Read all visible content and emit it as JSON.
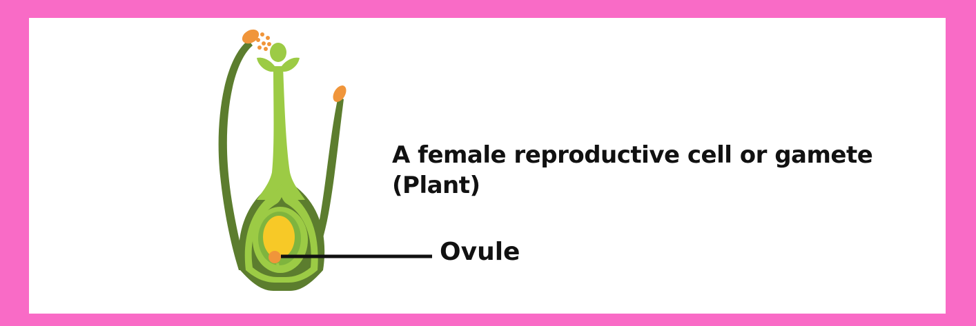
{
  "colors": {
    "border": "#f96bc6",
    "background": "#ffffff",
    "text": "#111111",
    "dark_green": "#5c7d2e",
    "mid_green": "#7fb43e",
    "light_green": "#9ccb45",
    "ovule_yellow": "#f7c927",
    "orange": "#f0953a"
  },
  "caption": {
    "line1": "A female reproductive cell or gamete",
    "line2": "(Plant)"
  },
  "label": {
    "text": "Ovule"
  }
}
